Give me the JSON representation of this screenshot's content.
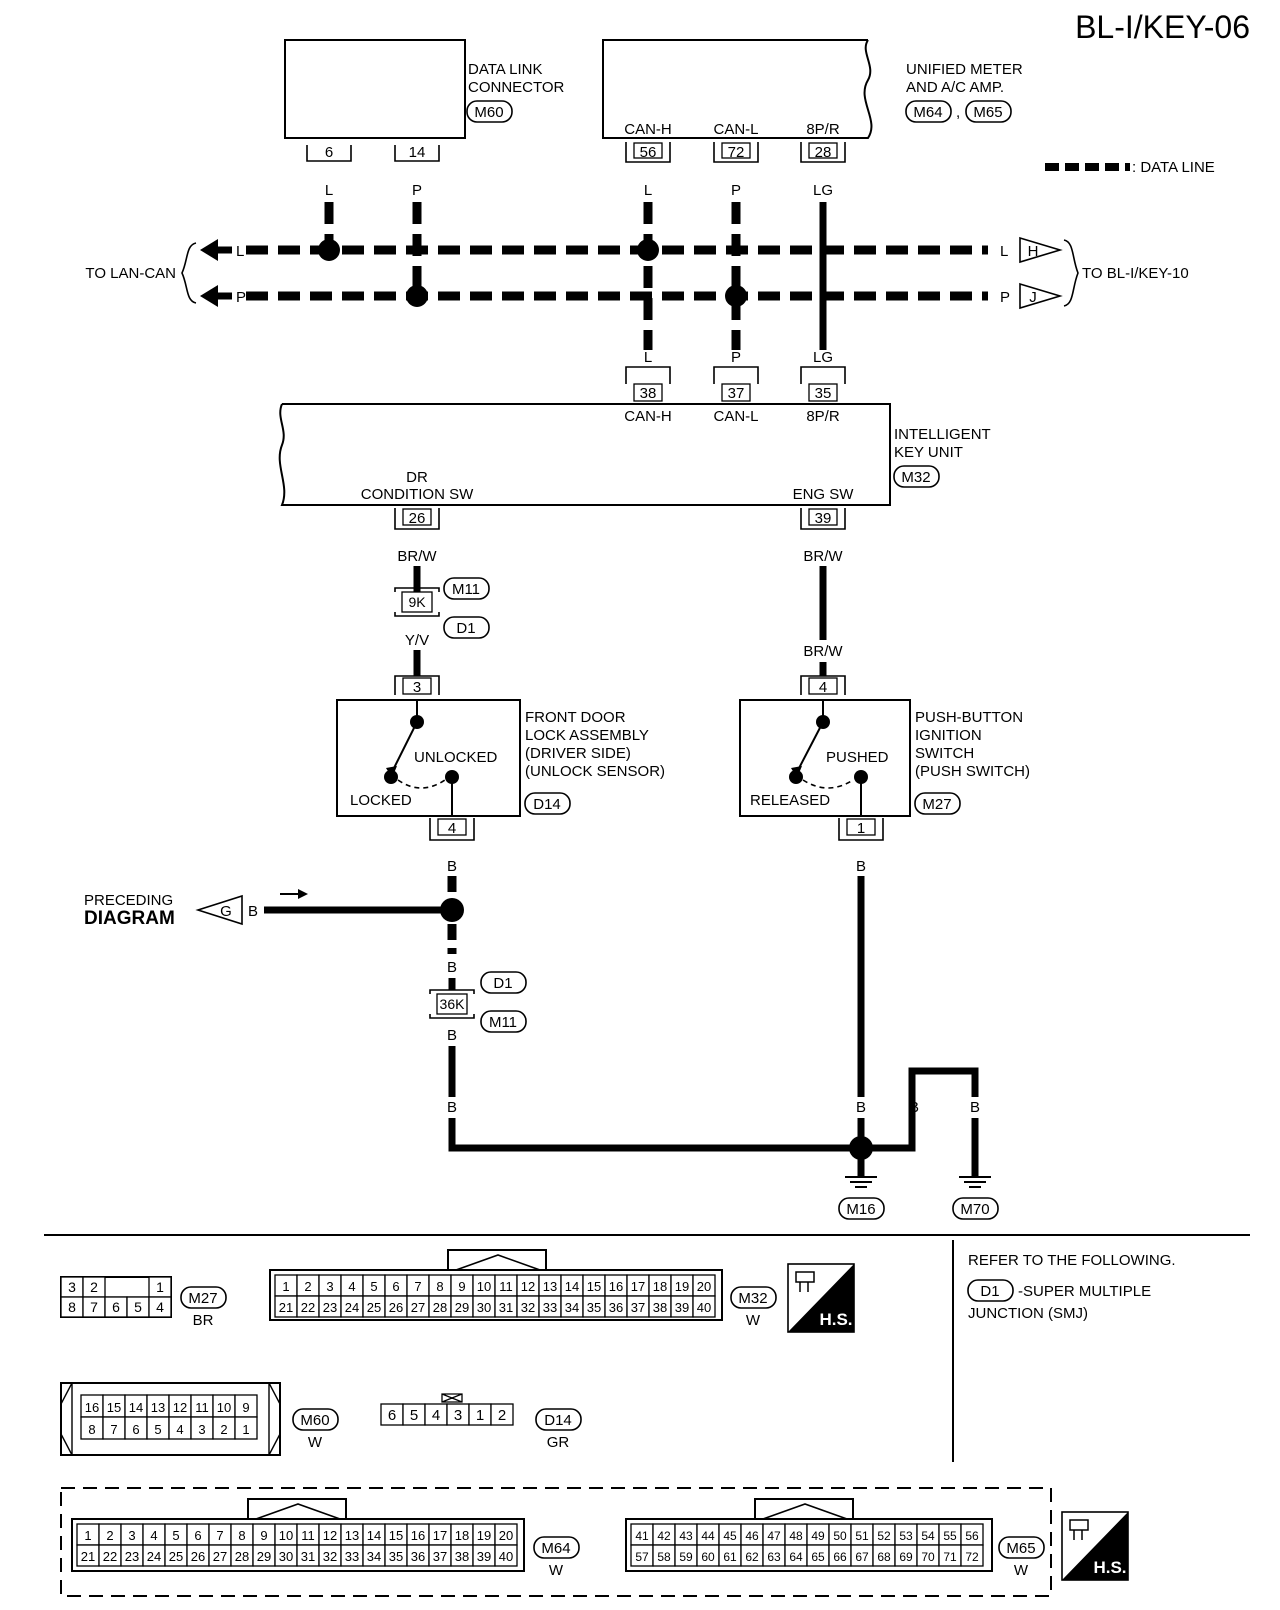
{
  "page_code": "BL-I/KEY-06",
  "legend": {
    "data_line_label": ": DATA LINE"
  },
  "offpage": {
    "left_label": "TO LAN-CAN",
    "right_label": "TO BL-I/KEY-10",
    "h_flag": "H",
    "j_flag": "J",
    "preceding_line1": "PRECEDING",
    "preceding_line2": "DIAGRAM",
    "g_flag": "G"
  },
  "components": {
    "data_link": {
      "line1": "DATA LINK",
      "line2": "CONNECTOR",
      "conn": "M60",
      "pins": [
        "6",
        "14"
      ],
      "wires": [
        "L",
        "P"
      ]
    },
    "unified_meter": {
      "line1": "UNIFIED METER",
      "line2": "AND A/C AMP.",
      "conn1": "M64",
      "sep": ",",
      "conn2": "M65",
      "pins": [
        "56",
        "72",
        "28"
      ],
      "pin_labels": [
        "CAN-H",
        "CAN-L",
        "8P/R"
      ],
      "wires": [
        "L",
        "P",
        "LG"
      ]
    },
    "bus": {
      "upper": "L",
      "lower": "P"
    },
    "ikey": {
      "line1": "INTELLIGENT",
      "line2": "KEY UNIT",
      "conn": "M32",
      "top_pins": [
        "38",
        "37",
        "35"
      ],
      "top_labels": [
        "CAN-H",
        "CAN-L",
        "8P/R"
      ],
      "top_wires": [
        "L",
        "P",
        "LG"
      ],
      "dr_label1": "DR",
      "dr_label2": "CONDITION SW",
      "dr_pin": "26",
      "eng_label": "ENG SW",
      "eng_pin": "39"
    },
    "smj": {
      "wire_a": "BR/W",
      "conn_a": "M11",
      "term_a": "9K",
      "conn_b": "D1",
      "wire_b": "Y/V",
      "wire_c": "BR/W",
      "wire_d": "BR/W"
    },
    "door_lock": {
      "line1": "FRONT DOOR",
      "line2": "LOCK ASSEMBLY",
      "line3": "(DRIVER SIDE)",
      "line4": "(UNLOCK SENSOR)",
      "conn": "D14",
      "pin_in": "3",
      "pin_out": "4",
      "state_on": "UNLOCKED",
      "state_off": "LOCKED"
    },
    "ignition": {
      "line1": "PUSH-BUTTON",
      "line2": "IGNITION",
      "line3": "SWITCH",
      "line4": "(PUSH SWITCH)",
      "conn": "M27",
      "pin_in": "4",
      "pin_out": "1",
      "state_on": "PUSHED",
      "state_off": "RELEASED"
    },
    "ground": {
      "wire": "B",
      "smj_conn_top": "D1",
      "smj_term": "36K",
      "smj_conn_bot": "M11",
      "ground1": "M16",
      "ground2": "M70"
    }
  },
  "connectors_panel": {
    "m27": {
      "row1": [
        "3",
        "2",
        "1"
      ],
      "row2": [
        "8",
        "7",
        "6",
        "5",
        "4"
      ],
      "name": "M27",
      "color": "BR"
    },
    "m32": {
      "row1": [
        "1",
        "2",
        "3",
        "4",
        "5",
        "6",
        "7",
        "8",
        "9",
        "10",
        "11",
        "12",
        "13",
        "14",
        "15",
        "16",
        "17",
        "18",
        "19",
        "20"
      ],
      "row2": [
        "21",
        "22",
        "23",
        "24",
        "25",
        "26",
        "27",
        "28",
        "29",
        "30",
        "31",
        "32",
        "33",
        "34",
        "35",
        "36",
        "37",
        "38",
        "39",
        "40"
      ],
      "name": "M32",
      "color": "W"
    },
    "m60": {
      "row1": [
        "16",
        "15",
        "14",
        "13",
        "12",
        "11",
        "10",
        "9"
      ],
      "row2": [
        "8",
        "7",
        "6",
        "5",
        "4",
        "3",
        "2",
        "1"
      ],
      "name": "M60",
      "color": "W"
    },
    "d14": {
      "row": [
        "6",
        "5",
        "4",
        "3",
        "1",
        "2"
      ],
      "name": "D14",
      "color": "GR"
    },
    "m64": {
      "row1": [
        "1",
        "2",
        "3",
        "4",
        "5",
        "6",
        "7",
        "8",
        "9",
        "10",
        "11",
        "12",
        "13",
        "14",
        "15",
        "16",
        "17",
        "18",
        "19",
        "20"
      ],
      "row2": [
        "21",
        "22",
        "23",
        "24",
        "25",
        "26",
        "27",
        "28",
        "29",
        "30",
        "31",
        "32",
        "33",
        "34",
        "35",
        "36",
        "37",
        "38",
        "39",
        "40"
      ],
      "name": "M64",
      "color": "W"
    },
    "m65": {
      "row1": [
        "41",
        "42",
        "43",
        "44",
        "45",
        "46",
        "47",
        "48",
        "49",
        "50",
        "51",
        "52",
        "53",
        "54",
        "55",
        "56"
      ],
      "row2": [
        "57",
        "58",
        "59",
        "60",
        "61",
        "62",
        "63",
        "64",
        "65",
        "66",
        "67",
        "68",
        "69",
        "70",
        "71",
        "72"
      ],
      "name": "M65",
      "color": "W"
    },
    "hs_badge": "H.S.",
    "refer_line1": "REFER TO THE FOLLOWING.",
    "refer_conn": "D1",
    "refer_line2": "-SUPER MULTIPLE",
    "refer_line3": "JUNCTION (SMJ)"
  }
}
